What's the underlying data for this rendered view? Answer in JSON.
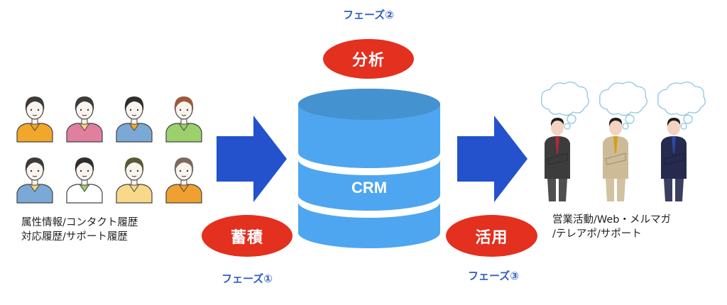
{
  "phases": {
    "phase1": {
      "label": "フェーズ①",
      "action": "蓄積"
    },
    "phase2": {
      "label": "フェーズ②",
      "action": "分析"
    },
    "phase3": {
      "label": "フェーズ③",
      "action": "活用"
    }
  },
  "database": {
    "label": "CRM",
    "icon": "database-cylinder-icon"
  },
  "customers": {
    "caption_lines": [
      "属性情報/コンタクト履歴",
      "対応履歴/サポート履歴"
    ],
    "people": [
      {
        "hair": "#3b3b3b",
        "top": "#f0a72a",
        "inner": "#f0a72a"
      },
      {
        "hair": "#3b3b3b",
        "top": "#e07fa0",
        "inner": "#f6d37a"
      },
      {
        "hair": "#2e2e2e",
        "top": "#7aa9d6",
        "inner": "#f0a72a"
      },
      {
        "hair": "#9a5a40",
        "top": "#9bd06a",
        "inner": "#9bd06a"
      },
      {
        "hair": "#3b3b3b",
        "top": "#7aa9d6",
        "inner": "#f6d37a"
      },
      {
        "hair": "#2e2e2e",
        "top": "#ffffff",
        "inner": "#9bd06a"
      },
      {
        "hair": "#5a5a3a",
        "top": "#f8d98a",
        "inner": "#f8d98a"
      },
      {
        "hair": "#7a6a5e",
        "top": "#f0a030",
        "inner": "#f0a030"
      }
    ]
  },
  "staff": {
    "caption_lines": [
      "営業活動/Web・メルマガ",
      "/テレアポ/サポート"
    ],
    "people": [
      {
        "suit": "#3c3c3c",
        "tie": "#b0283a"
      },
      {
        "suit": "#cdbb98",
        "tie": "#d4a017"
      },
      {
        "suit": "#252a4e",
        "tie": "#2b4aa0"
      }
    ]
  },
  "colors": {
    "arrow": "#2352cc",
    "pill": "#e3301f",
    "phase_text": "#2f5fbf",
    "cylinder_top": "#4592d1",
    "cylinder_body": "#4ea6f0",
    "thought_bubble": "#8cc6e0"
  }
}
